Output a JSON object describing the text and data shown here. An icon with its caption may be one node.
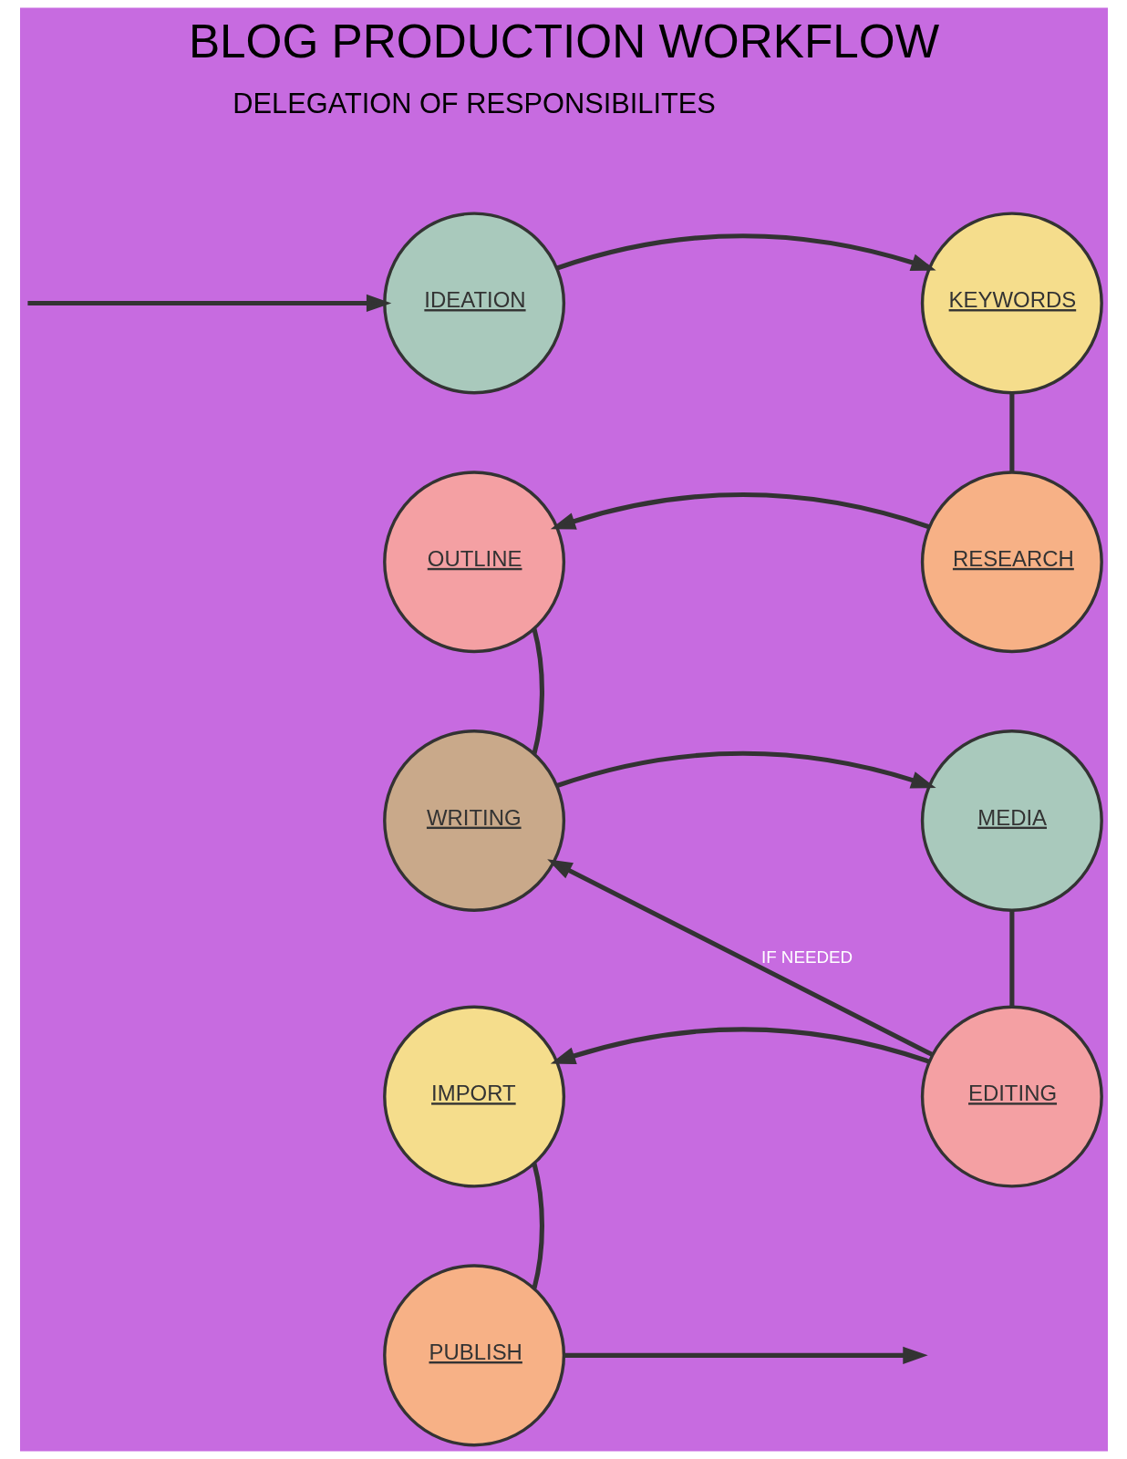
{
  "diagram": {
    "title": "BLOG PRODUCTION WORKFLOW",
    "nodes": [
      {
        "text": [
          "IDEATION"
        ]
      },
      {
        "text": [
          "KEYWORDS"
        ]
      },
      {
        "text": [
          "RESEARCH"
        ]
      },
      {
        "text": [
          "OUTLINE"
        ]
      },
      {
        "text": [
          "WRITING"
        ]
      },
      {
        "text": [
          "MEDIA"
        ]
      },
      {
        "text": [
          "EDITING"
        ]
      },
      {
        "text": [
          "IMPORT"
        ]
      },
      {
        "text": [
          "PUBLISH"
        ]
      }
    ],
    "edges": [
      {
        "from": null,
        "to": 0,
        "arrow": "to"
      },
      {
        "from": 0,
        "to": 1,
        "arrow": "to"
      },
      {
        "from": 1,
        "to": 2,
        "arrow": "none"
      },
      {
        "from": 2,
        "to": 3,
        "arrow": "to"
      },
      {
        "from": 3,
        "to": 4,
        "arrow": "none"
      },
      {
        "from": 4,
        "to": 5,
        "arrow": "to"
      },
      {
        "from": 5,
        "to": 6,
        "arrow": "none"
      },
      {
        "from": 6,
        "to": 4,
        "arrow": "to",
        "label": "IF NEEDED"
      },
      {
        "from": 6,
        "to": 7,
        "arrow": "to"
      },
      {
        "from": 7,
        "to": 8,
        "arrow": "none"
      },
      {
        "from": 8,
        "to": null,
        "arrow": "to"
      }
    ],
    "labels": [
      "DELEGATION OF RESPONSIBILITES"
    ]
  }
}
